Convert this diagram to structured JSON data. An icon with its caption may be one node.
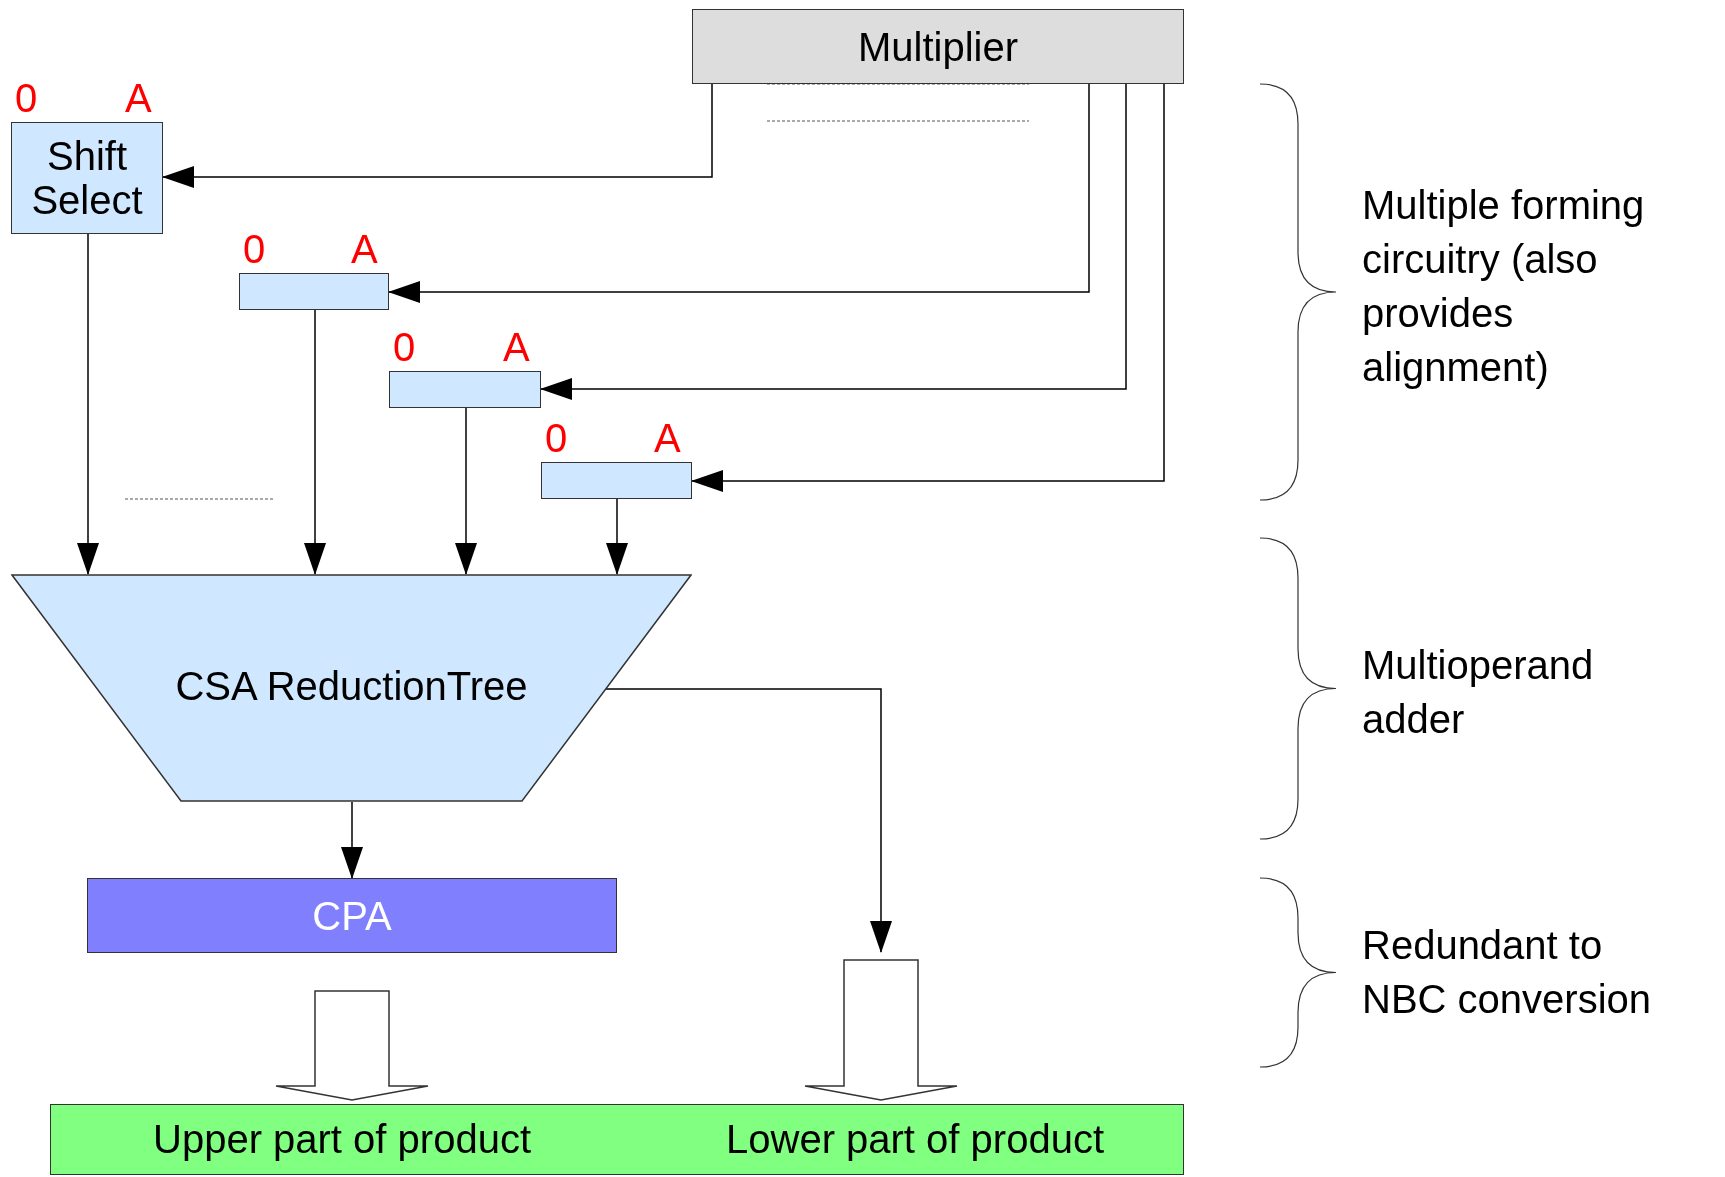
{
  "diagram": {
    "nodes": [
      {
        "text": [
          "Multiplier"
        ]
      },
      {
        "text": [
          "Shift Select"
        ],
        "beside": [
          "0",
          "A"
        ]
      },
      {
        "text": [],
        "shape": "box",
        "beside": [
          "0",
          "A"
        ]
      },
      {
        "text": [],
        "shape": "box",
        "beside": [
          "0",
          "A"
        ]
      },
      {
        "text": [],
        "shape": "box",
        "beside": [
          "0",
          "A"
        ]
      },
      {
        "text": [
          "CSA ReductionTree"
        ]
      },
      {
        "text": [
          "CPA"
        ]
      },
      {
        "text": [
          "Upper part of product",
          "Lower part of product"
        ]
      }
    ],
    "edges": [
      {
        "from": 0,
        "to": 1,
        "arrow": "to"
      },
      {
        "from": 0,
        "to": 2,
        "arrow": "to"
      },
      {
        "from": 0,
        "to": 3,
        "arrow": "to"
      },
      {
        "from": 0,
        "to": 4,
        "arrow": "to"
      },
      {
        "from": 1,
        "to": 5,
        "arrow": "to"
      },
      {
        "from": 2,
        "to": 5,
        "arrow": "to"
      },
      {
        "from": 3,
        "to": 5,
        "arrow": "to"
      },
      {
        "from": 4,
        "to": 5,
        "arrow": "to"
      },
      {
        "from": 5,
        "to": 6,
        "arrow": "to"
      },
      {
        "from": 5,
        "to": null,
        "arrow": "to"
      },
      {
        "from": 6,
        "to": 7,
        "arrow": "to",
        "style": "thick"
      },
      {
        "from": null,
        "to": 7,
        "arrow": "to",
        "style": "thick"
      }
    ],
    "labels": [
      "Multiple forming circuitry (also provides alignment)",
      "Multioperand adder",
      "Redundant to NBC conversion"
    ]
  }
}
